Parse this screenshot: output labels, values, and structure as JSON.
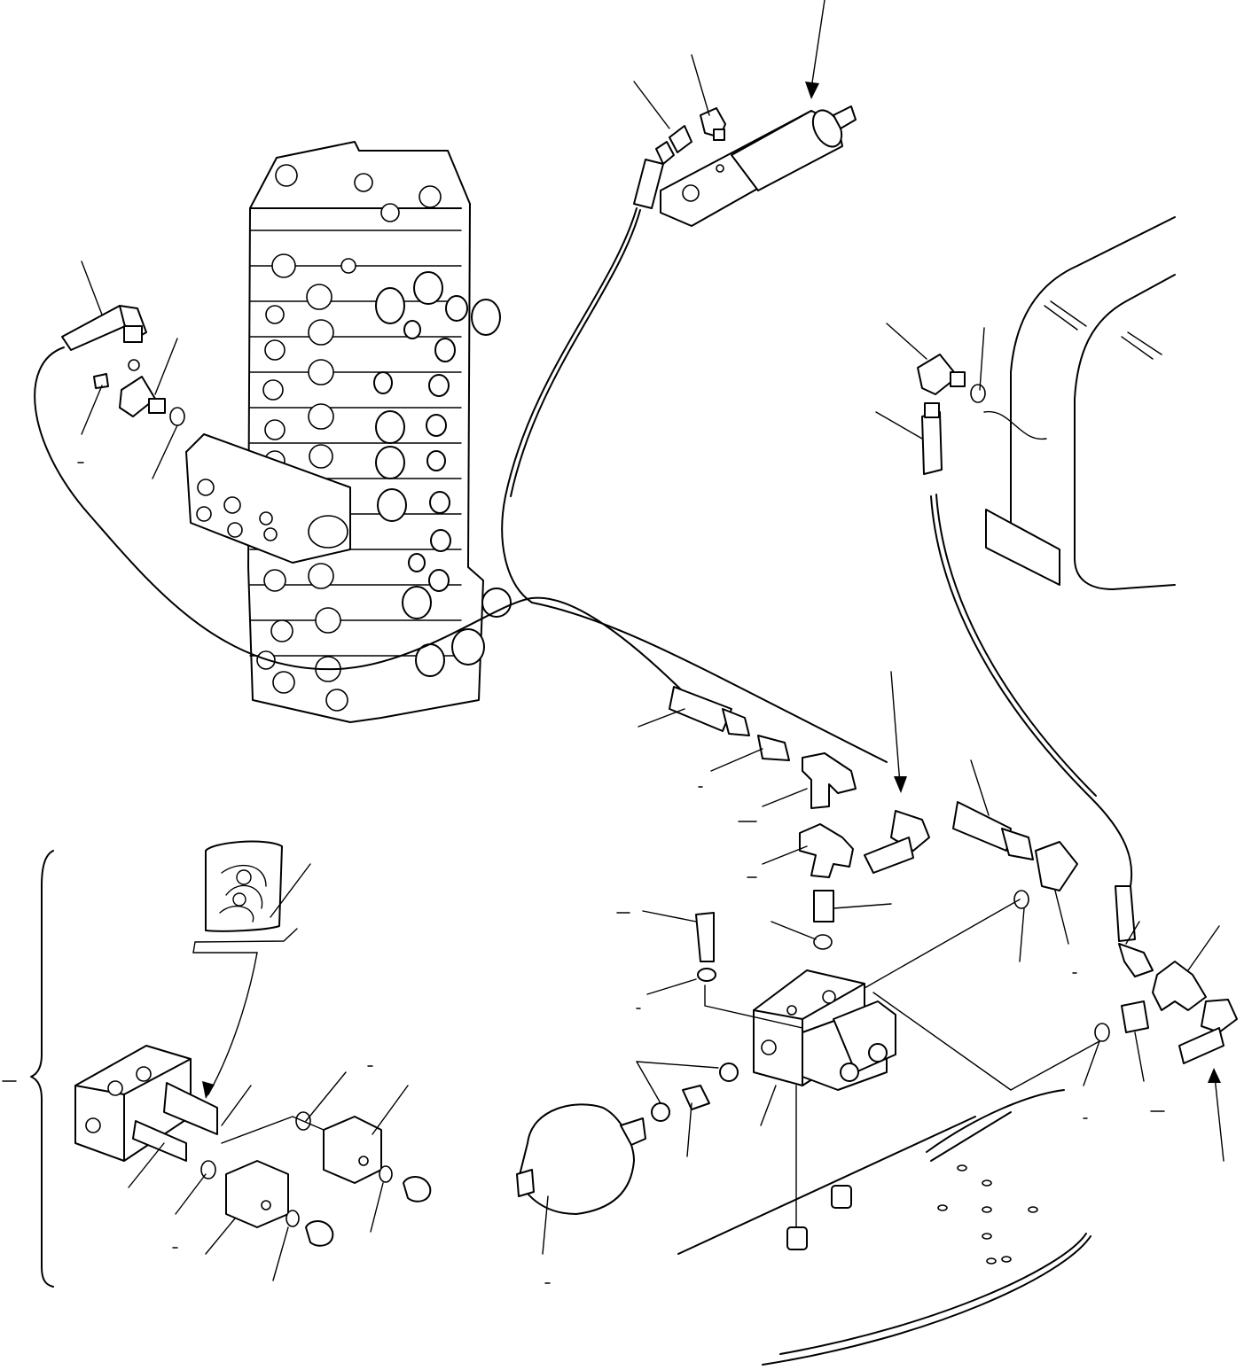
{
  "figure": {
    "background": "#ffffff",
    "line_color": "#000000"
  },
  "parts": [
    "control-valve-assembly",
    "pilot-cylinder",
    "accumulator",
    "solenoid-valve-block",
    "hydraulic-hoses",
    "elbow-fittings",
    "tee-fittings",
    "cross-fittings",
    "o-rings",
    "seal-kit-bag",
    "solenoid-valve-exploded-detail"
  ]
}
